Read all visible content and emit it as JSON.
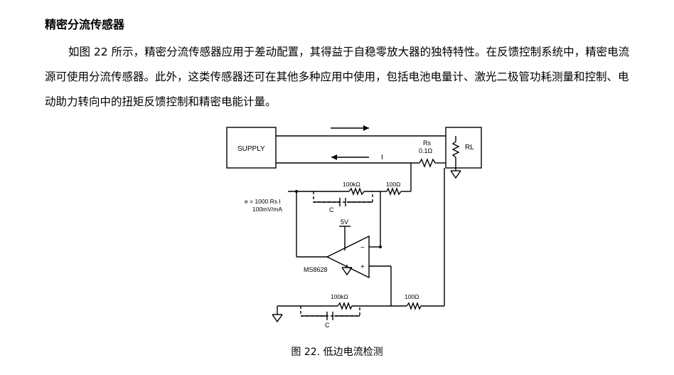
{
  "section_title": "精密分流传感器",
  "paragraph": "如图 22 所示，精密分流传感器应用于差动配置，其得益于自稳零放大器的独特特性。在反馈控制系统中，精密电流源可使用分流传感器。此外，这类传感器还可在其他多种应用中使用，包括电池电量计、激光二极管功耗测量和控制、电动助力转向中的扭矩反馈控制和精密电能计量。",
  "figure": {
    "caption": "图 22. 低边电流检测",
    "labels": {
      "supply": "SUPPLY",
      "rl": "RL",
      "rs": "Rs",
      "rs_value": "0.1Ω",
      "current": "I",
      "r_feedback_top": "100kΩ",
      "r_input_top": "100Ω",
      "r_ground_bottom": "100kΩ",
      "r_input_bottom": "100Ω",
      "cap_top": "C",
      "cap_bottom": "C",
      "output_eq_line1": "e = 1000 Rs I",
      "output_eq_line2": "100mV/mA",
      "vcc": "5V",
      "opamp_part": "MS8628",
      "minus_sign": "−",
      "plus_sign": "+"
    }
  }
}
